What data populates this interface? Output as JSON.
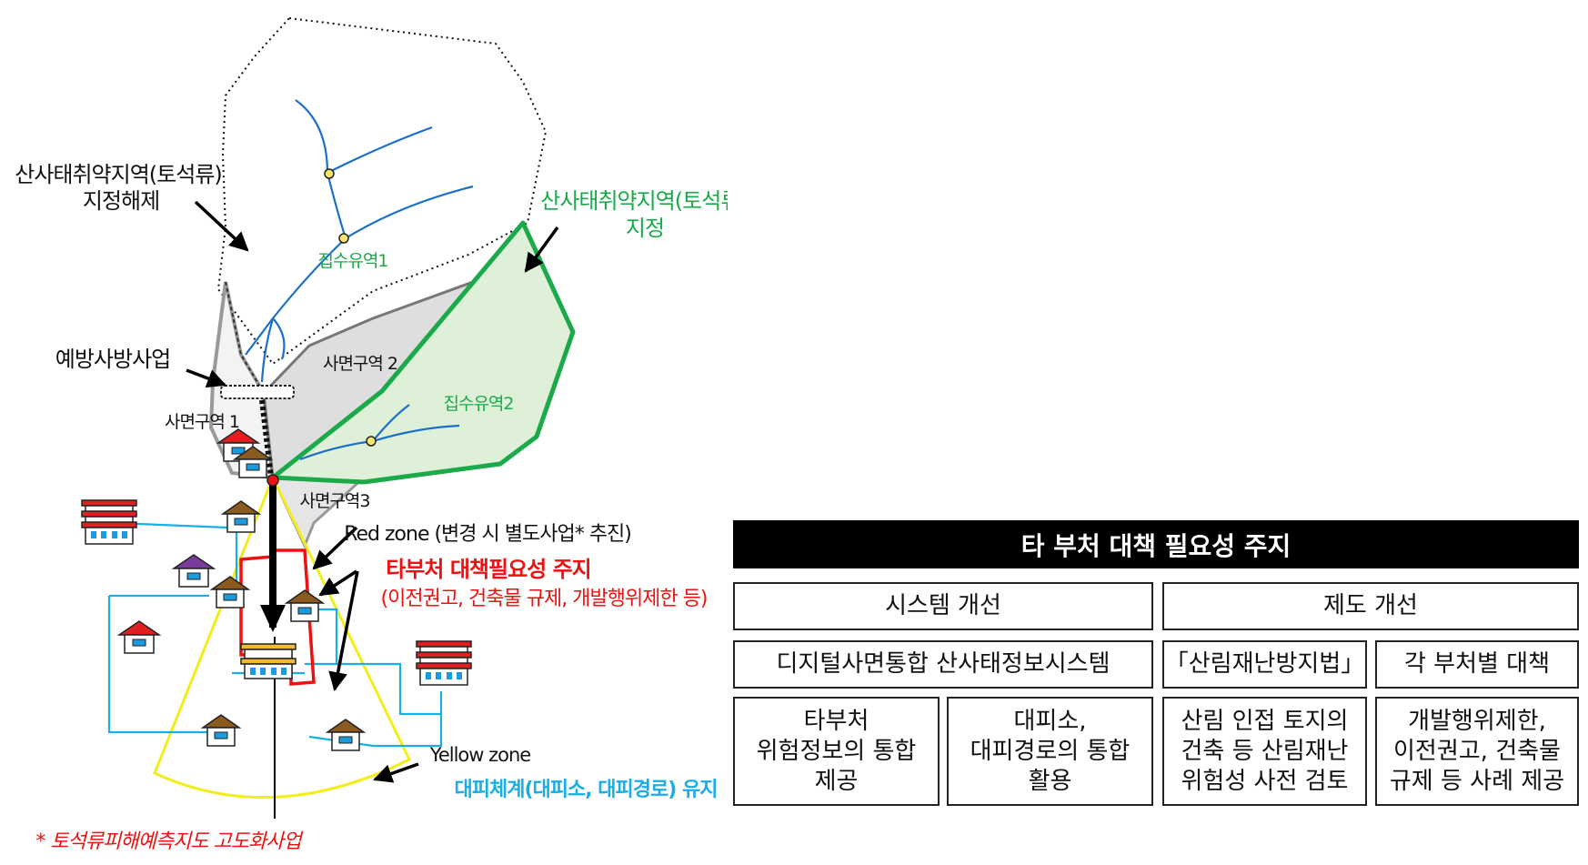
{
  "diagram": {
    "labels": {
      "deregister_line1": "산사태취약지역(토석류)",
      "deregister_line2": "지정해제",
      "register_line1": "산사태취약지역(토석류)",
      "register_line2": "지정",
      "catchment1": "집수유역1",
      "catchment2": "집수유역2",
      "prevention": "예방사방사업",
      "slope1": "사면구역 1",
      "slope2": "사면구역 2",
      "slope3": "사면구역3",
      "red_zone": "Red zone (변경 시 별도사업* 추진)",
      "other_dept_title": "타부처 대책필요성 주지",
      "other_dept_detail": "(이전권고, 건축물 규제, 개발행위제한 등)",
      "yellow_zone": "Yellow zone",
      "evacuation": "대피체계(대피소, 대피경로) 유지",
      "footnote": "* 토석류피해예측지도 고도화사업"
    },
    "colors": {
      "green": "#1aaa4a",
      "green_fill": "#dff0d8",
      "blue": "#1a6fc9",
      "cyan": "#19aee6",
      "red": "#ee1111",
      "yellow": "#f2ee1a",
      "gray_fill": "#dedede"
    }
  },
  "table": {
    "title": "타 부처 대책 필요성 주지",
    "categories": {
      "system": "시스템 개선",
      "institution": "제도 개선"
    },
    "subcategories": {
      "digital_system": "디지털사면통합 산사태정보시스템",
      "forest_law": "「산림재난방지법」",
      "dept_measures": "각 부처별 대책"
    },
    "details": {
      "d1_line1": "타부처",
      "d1_line2": "위험정보의 통합",
      "d1_line3": "제공",
      "d2_line1": "대피소,",
      "d2_line2": "대피경로의 통합",
      "d2_line3": "활용",
      "d3_line1": "산림 인접 토지의",
      "d3_line2": "건축 등 산림재난",
      "d3_line3": "위험성 사전 검토",
      "d4_line1": "개발행위제한,",
      "d4_line2": "이전권고, 건축물",
      "d4_line3": "규제 등 사례 제공"
    }
  }
}
